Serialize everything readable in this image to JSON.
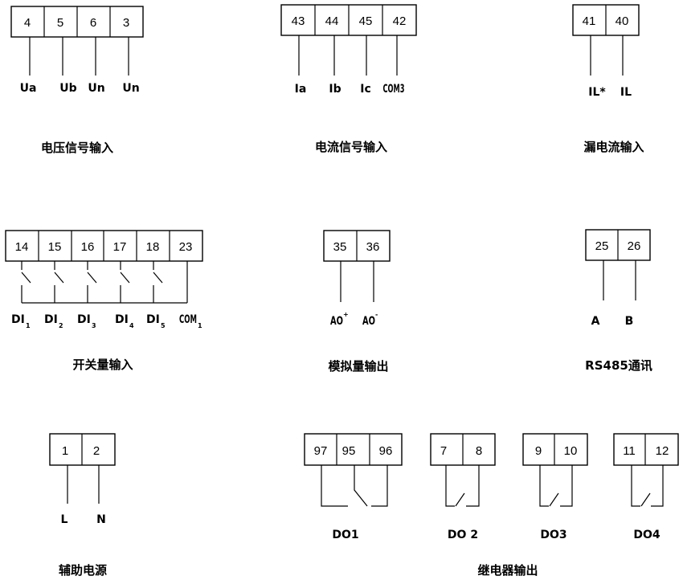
{
  "voltage_input": {
    "title": "电压信号输入",
    "terminals": [
      "4",
      "5",
      "6",
      "3"
    ],
    "signals": [
      "Ua",
      "Ub",
      "Un",
      "Un"
    ]
  },
  "current_input": {
    "title": "电流信号输入",
    "terminals": [
      "43",
      "44",
      "45",
      "42"
    ],
    "signals": [
      "Ia",
      "Ib",
      "Ic",
      "COM3"
    ]
  },
  "leakage_input": {
    "title": "漏电流输入",
    "terminals": [
      "41",
      "40"
    ],
    "signals": [
      "IL*",
      "IL"
    ]
  },
  "switch_input": {
    "title": "开关量输入",
    "terminals": [
      "14",
      "15",
      "16",
      "17",
      "18",
      "23"
    ],
    "signals": [
      {
        "main": "DI",
        "sub": "1"
      },
      {
        "main": "DI",
        "sub": "2"
      },
      {
        "main": "DI",
        "sub": "3"
      },
      {
        "main": "DI",
        "sub": "4"
      },
      {
        "main": "DI",
        "sub": "5"
      },
      {
        "main": "COM",
        "sub": "1"
      }
    ]
  },
  "analog_output": {
    "title": "模拟量输出",
    "terminals": [
      "35",
      "36"
    ],
    "signals": [
      {
        "main": "AO",
        "sup": "+"
      },
      {
        "main": "AO",
        "sup": "-"
      }
    ]
  },
  "rs485": {
    "title": "RS485通讯",
    "terminals": [
      "25",
      "26"
    ],
    "signals": [
      "A",
      "B"
    ]
  },
  "aux_power": {
    "title": "辅助电源",
    "terminals": [
      "1",
      "2"
    ],
    "signals": [
      "L",
      "N"
    ]
  },
  "relay_output": {
    "title": "继电器输出",
    "groups": [
      {
        "terminals": [
          "97",
          "95",
          "96"
        ],
        "label": "DO1"
      },
      {
        "terminals": [
          "7",
          "8"
        ],
        "label": "DO 2"
      },
      {
        "terminals": [
          "9",
          "10"
        ],
        "label": "DO3"
      },
      {
        "terminals": [
          "11",
          "12"
        ],
        "label": "DO4"
      }
    ]
  }
}
